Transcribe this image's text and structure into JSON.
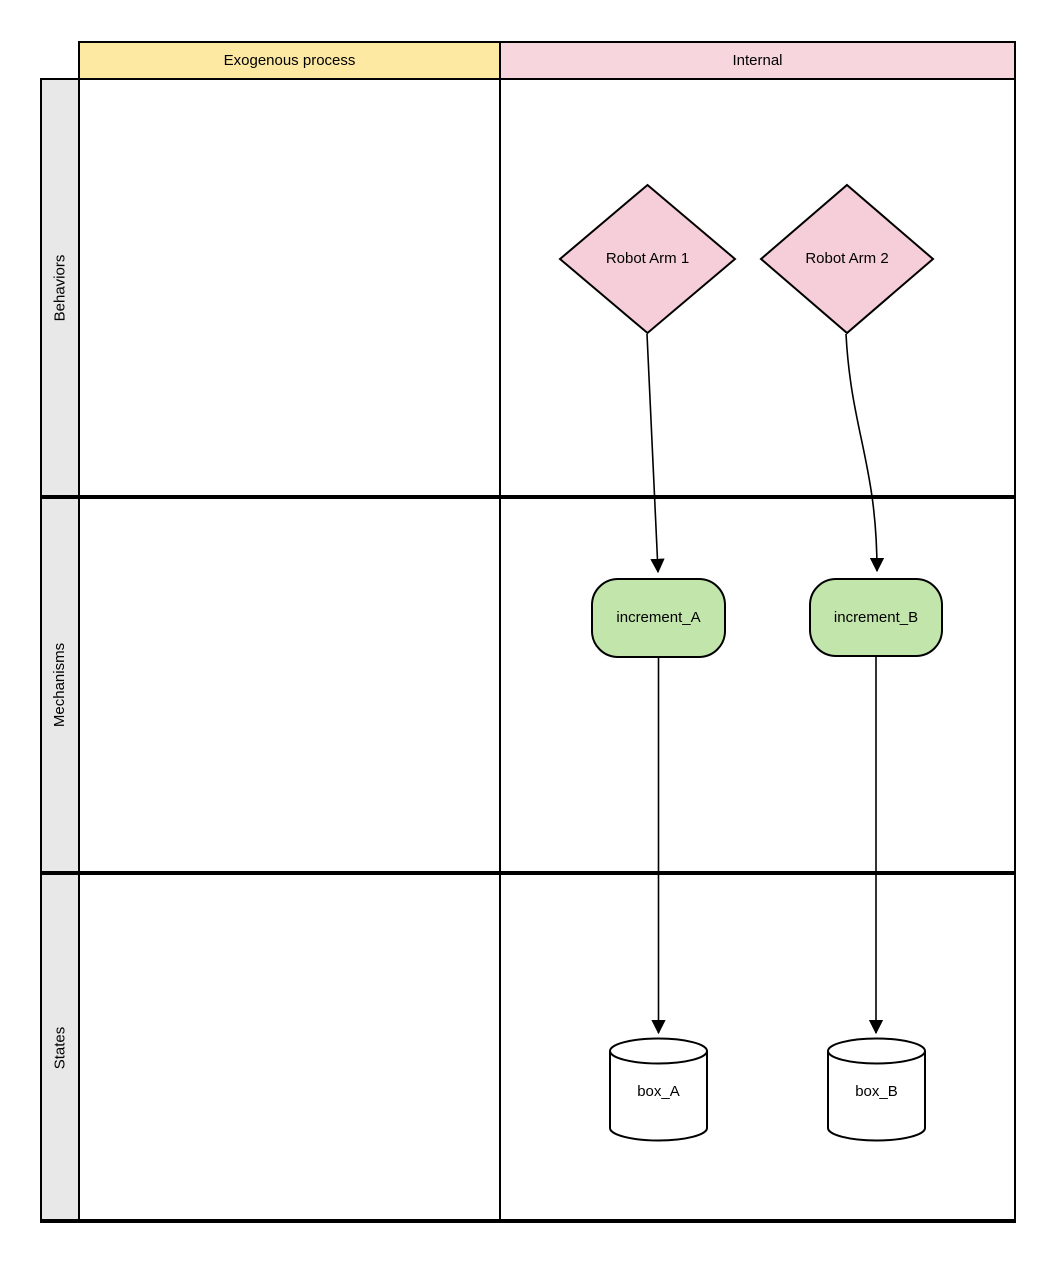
{
  "diagram": {
    "type": "swimlane-flowchart",
    "column_headers": [
      {
        "id": "exogenous",
        "label": "Exogenous process",
        "fill": "#FDE9A2"
      },
      {
        "id": "internal",
        "label": "Internal",
        "fill": "#F7D6DD"
      }
    ],
    "row_headers": [
      {
        "id": "behaviors",
        "label": "Behaviors"
      },
      {
        "id": "mechanisms",
        "label": "Mechanisms"
      },
      {
        "id": "states",
        "label": "States"
      }
    ],
    "row_header_fill": "#E8E8E8",
    "grid_line_color": "#000000",
    "nodes": [
      {
        "id": "robot-arm-1",
        "label": "Robot Arm 1",
        "shape": "diamond",
        "fill": "#F6CEDA",
        "row": "Behaviors",
        "column": "Internal"
      },
      {
        "id": "robot-arm-2",
        "label": "Robot Arm 2",
        "shape": "diamond",
        "fill": "#F6CEDA",
        "row": "Behaviors",
        "column": "Internal"
      },
      {
        "id": "increment-a",
        "label": "increment_A",
        "shape": "rounded-rectangle",
        "fill": "#C2E5AC",
        "row": "Mechanisms",
        "column": "Internal"
      },
      {
        "id": "increment-b",
        "label": "increment_B",
        "shape": "rounded-rectangle",
        "fill": "#C2E5AC",
        "row": "Mechanisms",
        "column": "Internal"
      },
      {
        "id": "box-a",
        "label": "box_A",
        "shape": "cylinder",
        "fill": "#FFFFFF",
        "row": "States",
        "column": "Internal"
      },
      {
        "id": "box-b",
        "label": "box_B",
        "shape": "cylinder",
        "fill": "#FFFFFF",
        "row": "States",
        "column": "Internal"
      }
    ],
    "edges": [
      {
        "from": "Robot Arm 1",
        "to": "increment_A",
        "style": "curved-arrow"
      },
      {
        "from": "Robot Arm 2",
        "to": "increment_B",
        "style": "curved-arrow"
      },
      {
        "from": "increment_A",
        "to": "box_A",
        "style": "straight-arrow"
      },
      {
        "from": "increment_B",
        "to": "box_B",
        "style": "straight-arrow"
      }
    ]
  }
}
